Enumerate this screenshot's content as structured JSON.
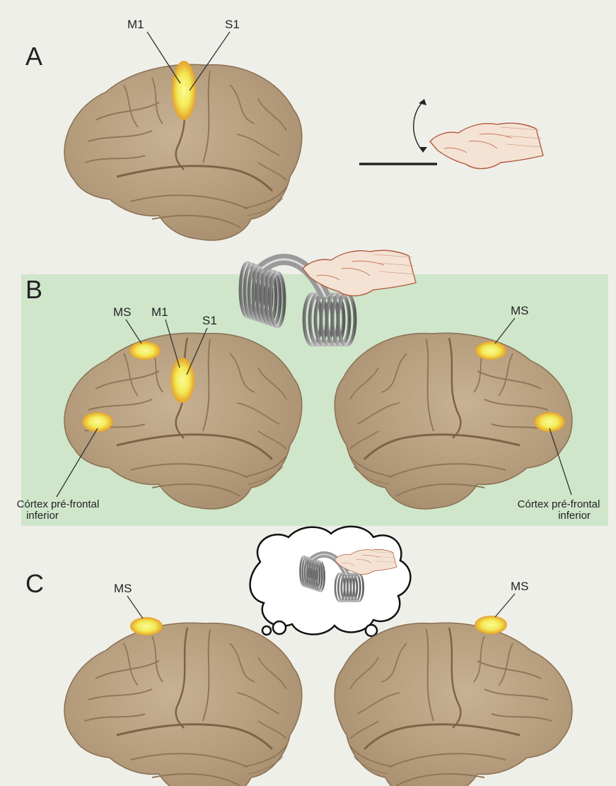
{
  "colors": {
    "page_bg": "#efefe9",
    "panel_b_bg": "#cfe6cb",
    "brain_fill": "#b59c7d",
    "brain_fold": "#8f7659",
    "activation_core": "#f3f06a",
    "activation_rim": "#e6a12c",
    "leader_line": "#333333"
  },
  "icons": {
    "finger_tap": "hand-tapping-icon",
    "slinky_hand": "slinky-with-hand-icon",
    "thought_bubble": "thought-bubble-icon"
  },
  "panel_a": {
    "letter": "A",
    "label_m1": "M1",
    "label_s1": "S1"
  },
  "panel_b": {
    "letter": "B",
    "label_ms_left": "MS",
    "label_m1": "M1",
    "label_s1": "S1",
    "label_ms_right": "MS",
    "cortex_left_line1": "Córtex pré-frontal",
    "cortex_left_line2": "inferior",
    "cortex_right_line1": "Córtex pré-frontal",
    "cortex_right_line2": "inferior"
  },
  "panel_c": {
    "letter": "C",
    "label_ms_left": "MS",
    "label_ms_right": "MS"
  }
}
